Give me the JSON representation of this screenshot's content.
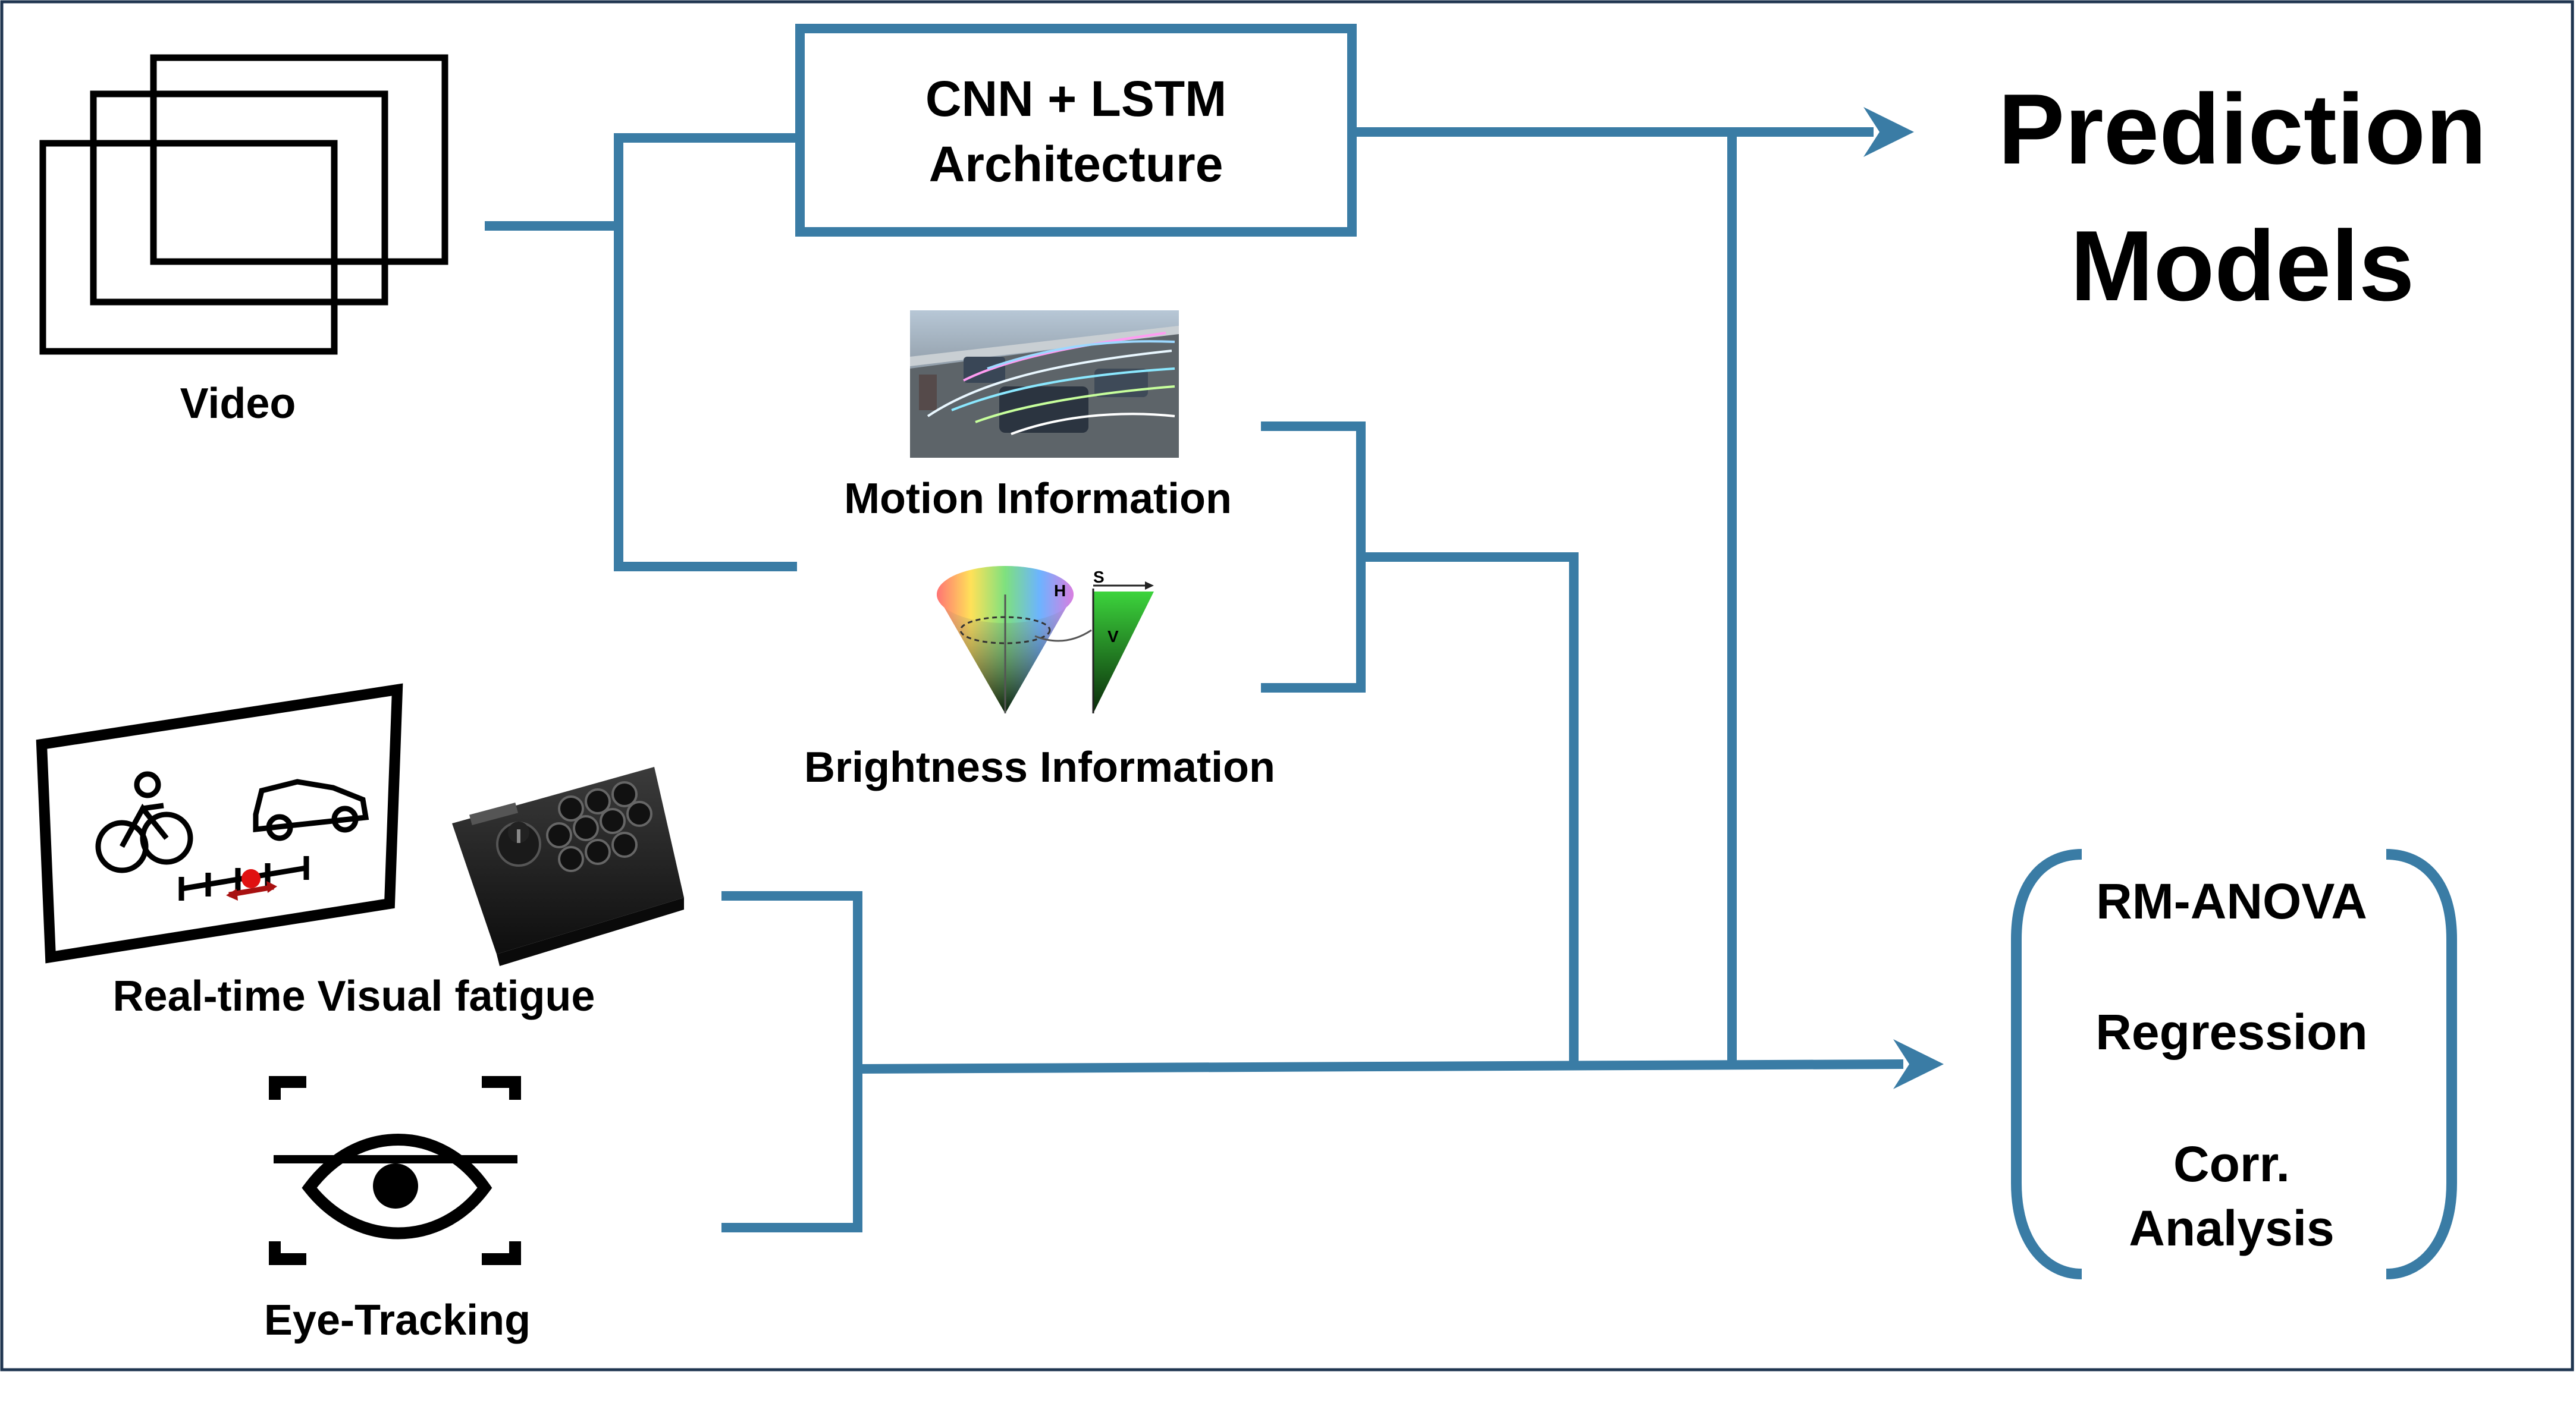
{
  "colors": {
    "accent": "#3a7ca5",
    "frame": "#1f3550",
    "ink": "#000000",
    "fatigue_marker": "#e01010"
  },
  "nodes": {
    "video": {
      "label": "Video",
      "icon": "video-frames-icon"
    },
    "cnn_lstm": {
      "line1": "CNN + LSTM",
      "line2": "Architecture"
    },
    "motion": {
      "label": "Motion Information",
      "image": "motion-tracking-thumbnail"
    },
    "brightness": {
      "label": "Brightness Information",
      "icon": "hsv-cone-icon",
      "axis_s": "S",
      "axis_v": "V",
      "axis_h": "H"
    },
    "fatigue": {
      "label": "Real-time Visual fatigue",
      "icons": [
        "fatigue-rating-screen-icon",
        "arcade-joystick-icon"
      ]
    },
    "eye": {
      "label": "Eye-Tracking",
      "icon": "eye-scan-icon"
    },
    "prediction": {
      "line1": "Prediction",
      "line2": "Models"
    },
    "analysis": {
      "items": [
        "RM-ANOVA",
        "Regression",
        "Corr.",
        "Analysis"
      ]
    }
  }
}
